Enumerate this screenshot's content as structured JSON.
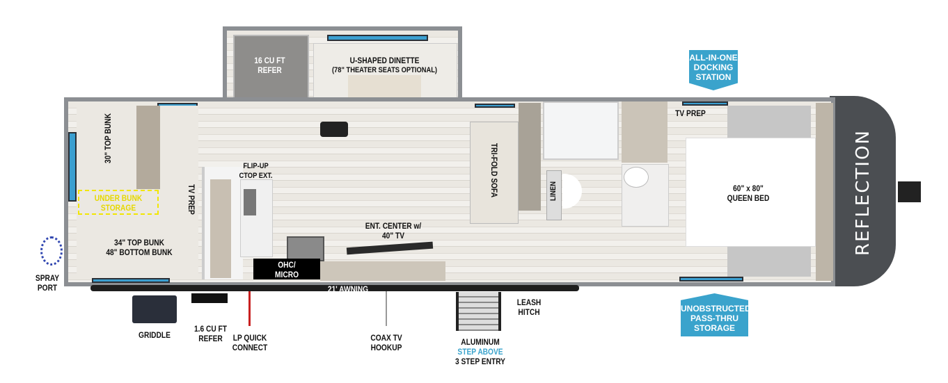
{
  "labels": {
    "refer_16": [
      "16 CU FT",
      "REFER"
    ],
    "dinette": "U-SHAPED DINETTE",
    "dinette_note": "(78\" THEATER SEATS OPTIONAL)",
    "top_bunk_30": "30\" TOP BUNK",
    "under_bunk": [
      "UNDER BUNK",
      "STORAGE"
    ],
    "tv_prep_rear": "TV PREP",
    "flip_up": [
      "FLIP-UP",
      "CTOP EXT."
    ],
    "bunk_34_48": [
      "34\" TOP BUNK",
      "48\" BOTTOM BUNK"
    ],
    "ohc_micro": [
      "OHC/",
      "MICRO"
    ],
    "ent_center": [
      "ENT. CENTER w/",
      "40\" TV"
    ],
    "tri_fold_sofa": "TRI-FOLD SOFA",
    "linen": "LINEN",
    "tv_prep_front": "TV PREP",
    "queen_bed": [
      "60\" x 80\"",
      "QUEEN BED"
    ],
    "awning": "21' AWNING",
    "spray_port": [
      "SPRAY",
      "PORT"
    ],
    "griddle": "GRIDDLE",
    "refer_1_6": [
      "1.6 CU FT",
      "REFER"
    ],
    "lp_quick": [
      "LP QUICK",
      "CONNECT"
    ],
    "coax": [
      "COAX TV",
      "HOOKUP"
    ],
    "entry": [
      "ALUMINUM",
      "STEP ABOVE",
      "3 STEP ENTRY"
    ],
    "leash": [
      "LEASH",
      "HITCH"
    ]
  },
  "callouts": {
    "docking": [
      "ALL-IN-ONE",
      "DOCKING",
      "STATION"
    ],
    "pass_thru": [
      "UNOBSTRUCTED",
      "PASS-THRU",
      "STORAGE"
    ]
  },
  "brand": "REFLECTION",
  "colors": {
    "accent": "#3aa3cc",
    "window": "#3b9fd0",
    "highlight": "#f2e600",
    "front_cap": "#4b4e52"
  }
}
